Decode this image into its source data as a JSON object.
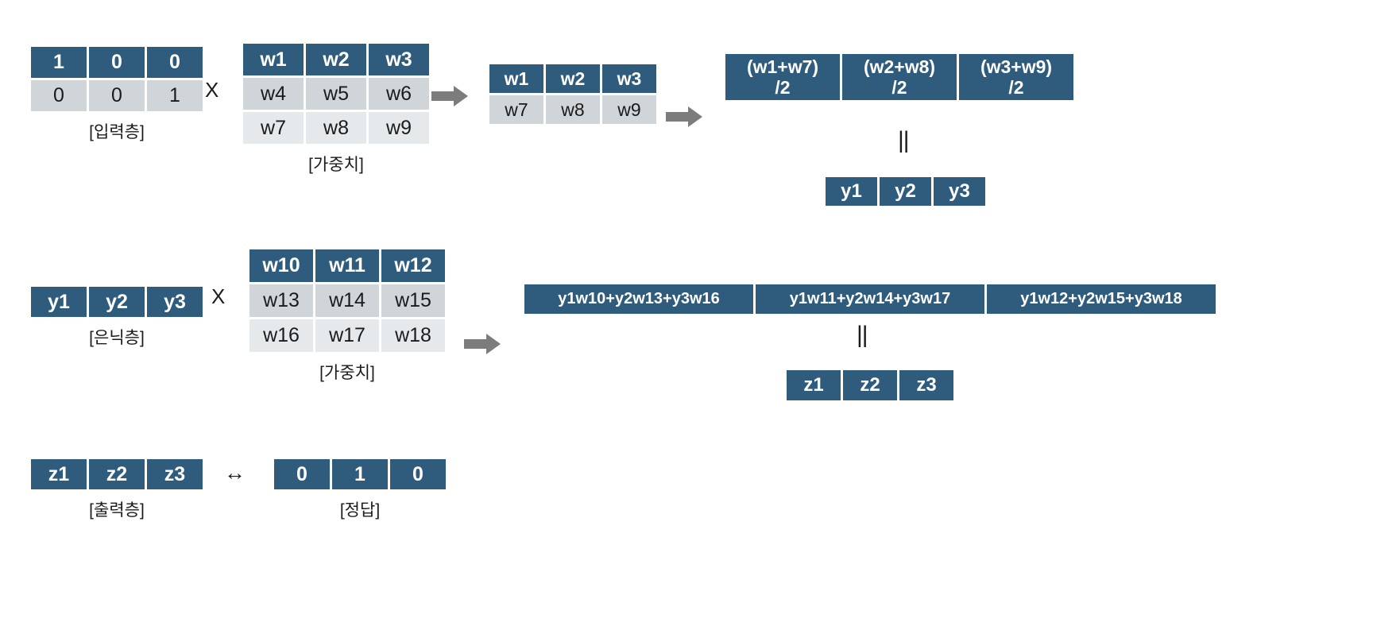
{
  "diagram": {
    "title": "Neural network forward-pass matrix multiplication diagram",
    "colors": {
      "dark_blue": "#2F5C7D",
      "light_gray": "#D0D5D9",
      "lighter_gray": "#E6E9EB",
      "arrow_gray": "#7C7C7C",
      "text_dark": "#1b1b1b",
      "text_light": "#ffffff",
      "background": "#ffffff"
    },
    "operators": {
      "multiply": "X",
      "equals": "||",
      "bidirectional": "↔",
      "arrow_icon": "right-arrow-icon"
    },
    "row1": {
      "input_layer": {
        "caption": "[입력층]",
        "rows": [
          {
            "style": "dark",
            "cells": [
              "1",
              "0",
              "0"
            ]
          },
          {
            "style": "gray",
            "cells": [
              "0",
              "0",
              "1"
            ]
          }
        ]
      },
      "weights": {
        "caption": "[가중치]",
        "rows": [
          {
            "style": "dark",
            "cells": [
              "w1",
              "w2",
              "w3"
            ]
          },
          {
            "style": "gray",
            "cells": [
              "w4",
              "w5",
              "w6"
            ]
          },
          {
            "style": "gray2",
            "cells": [
              "w7",
              "w8",
              "w9"
            ]
          }
        ]
      },
      "selected": {
        "rows": [
          {
            "style": "dark",
            "cells": [
              "w1",
              "w2",
              "w3"
            ]
          },
          {
            "style": "gray",
            "cells": [
              "w7",
              "w8",
              "w9"
            ]
          }
        ]
      },
      "averaged": {
        "cells": [
          "(w1+w7)\n/2",
          "(w2+w8)\n/2",
          "(w3+w9)\n/2"
        ]
      },
      "y_vector": {
        "cells": [
          "y1",
          "y2",
          "y3"
        ]
      }
    },
    "row2": {
      "hidden_layer": {
        "caption": "[은닉층]",
        "cells": [
          "y1",
          "y2",
          "y3"
        ]
      },
      "weights": {
        "caption": "[가중치]",
        "rows": [
          {
            "style": "dark",
            "cells": [
              "w10",
              "w11",
              "w12"
            ]
          },
          {
            "style": "gray",
            "cells": [
              "w13",
              "w14",
              "w15"
            ]
          },
          {
            "style": "gray2",
            "cells": [
              "w16",
              "w17",
              "w18"
            ]
          }
        ]
      },
      "z_formula": {
        "cells": [
          "y1w10+y2w13+y3w16",
          "y1w11+y2w14+y3w17",
          "y1w12+y2w15+y3w18"
        ]
      },
      "z_vector": {
        "cells": [
          "z1",
          "z2",
          "z3"
        ]
      }
    },
    "row3": {
      "output_layer": {
        "caption": "[출력층]",
        "cells": [
          "z1",
          "z2",
          "z3"
        ]
      },
      "answer": {
        "caption": "[정답]",
        "cells": [
          "0",
          "1",
          "0"
        ]
      }
    }
  }
}
